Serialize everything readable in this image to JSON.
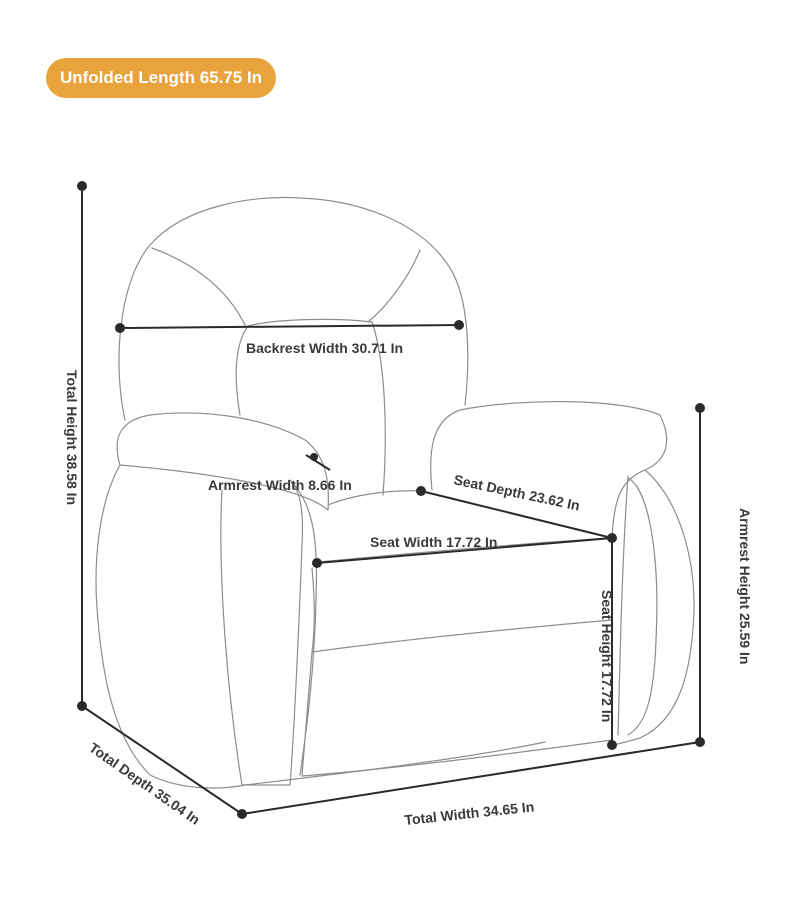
{
  "badge": {
    "text": "Unfolded Length 65.75 In",
    "color": "#e8a33d"
  },
  "labels": {
    "backrest_width": "Backrest Width 30.71 In",
    "armrest_width": "Armrest Width 8.66 In",
    "seat_depth": "Seat Depth 23.62 In",
    "seat_width": "Seat Width 17.72 In",
    "seat_height": "Seat Height 17.72 In",
    "armrest_height": "Armrest Height 25.59 In",
    "total_height": "Total Height 38.58 In",
    "total_depth": "Total Depth 35.04 In",
    "total_width": "Total Width 34.65 In"
  },
  "colors": {
    "line": "#2a2a2a",
    "outline": "#8d8d8d",
    "text": "#3a3a3a"
  }
}
